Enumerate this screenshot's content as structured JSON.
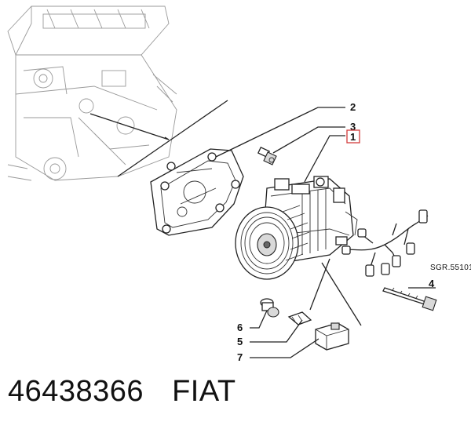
{
  "callouts": {
    "c1": "1",
    "c2": "2",
    "c3": "3",
    "c4": "4",
    "c5": "5",
    "c6": "6",
    "c7": "7"
  },
  "reference_code": "SGR.55101",
  "caption": {
    "part_number": "46438366",
    "brand": "FIAT"
  },
  "colors": {
    "line": "#222222",
    "engine_ghost": "#9a9a9a",
    "callout_box": "#d23b3b"
  }
}
